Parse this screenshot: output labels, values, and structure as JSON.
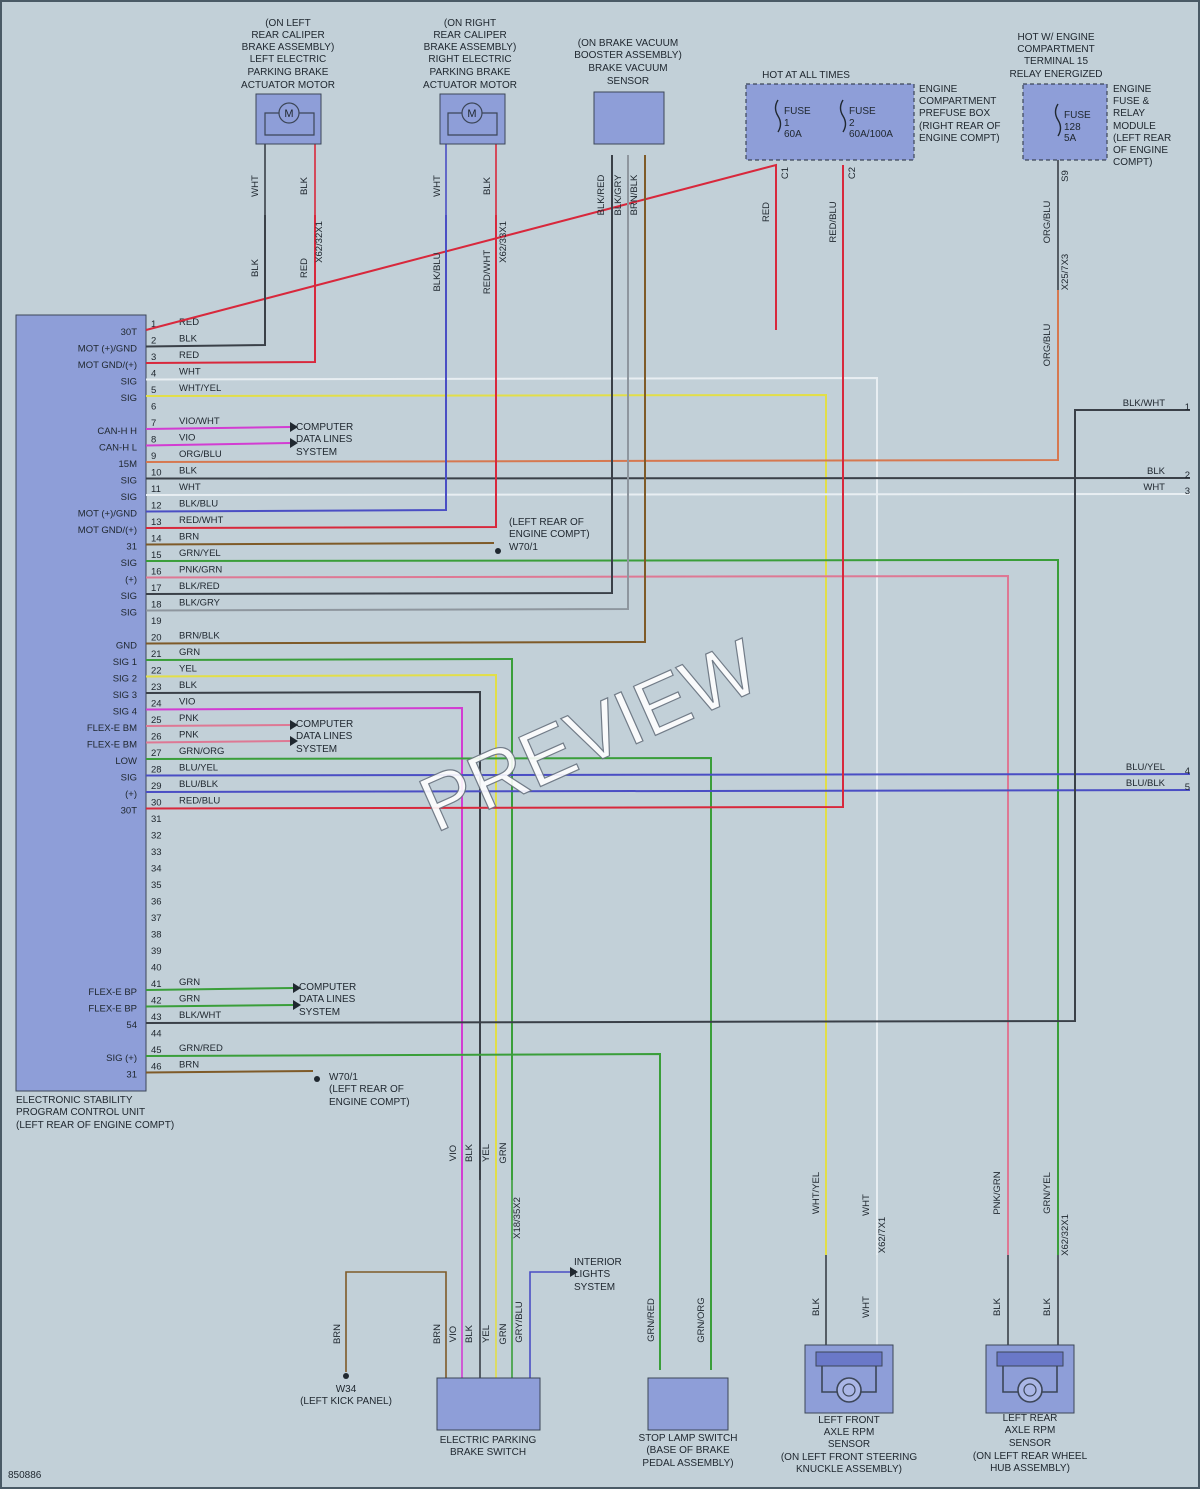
{
  "diagram_id": "850886",
  "watermark": "PREVIEW",
  "components": {
    "left_actuator": [
      "(ON LEFT",
      "REAR CALIPER",
      "BRAKE ASSEMBLY)",
      "LEFT ELECTRIC",
      "PARKING BRAKE",
      "ACTUATOR MOTOR"
    ],
    "right_actuator": [
      "(ON RIGHT",
      "REAR CALIPER",
      "BRAKE ASSEMBLY)",
      "RIGHT ELECTRIC",
      "PARKING BRAKE",
      "ACTUATOR MOTOR"
    ],
    "vacuum_sensor": [
      "(ON BRAKE VACUUM",
      "BOOSTER ASSEMBLY)",
      "BRAKE VACUUM",
      "SENSOR"
    ],
    "hot_at_all_times": "HOT AT ALL TIMES",
    "prefuse_box": [
      "ENGINE",
      "COMPARTMENT",
      "PREFUSE BOX",
      "(RIGHT REAR OF",
      "ENGINE COMPT)"
    ],
    "hot_engine": [
      "HOT W/ ENGINE",
      "COMPARTMENT",
      "TERMINAL 15",
      "RELAY ENERGIZED"
    ],
    "fuse_relay_module": [
      "ENGINE",
      "FUSE &",
      "RELAY",
      "MODULE",
      "(LEFT REAR",
      "OF ENGINE",
      "COMPT)"
    ],
    "fuse1": [
      "FUSE",
      "1",
      "60A"
    ],
    "fuse2": [
      "FUSE",
      "2",
      "60A/100A"
    ],
    "fuse128": [
      "FUSE",
      "128",
      "5A"
    ],
    "escu": [
      "ELECTRONIC STABILITY",
      "PROGRAM CONTROL UNIT",
      "(LEFT REAR OF ENGINE COMPT)"
    ],
    "computer_data": [
      "COMPUTER",
      "DATA LINES",
      "SYSTEM"
    ],
    "interior_lights": [
      "INTERIOR",
      "LIGHTS",
      "SYSTEM"
    ],
    "ground_w70_upper": [
      "(LEFT REAR OF",
      "ENGINE COMPT)",
      "W70/1"
    ],
    "ground_w70_lower": [
      "W70/1",
      "(LEFT REAR OF",
      "ENGINE COMPT)"
    ],
    "ground_w34": [
      "W34",
      "(LEFT KICK PANEL)"
    ],
    "park_switch": [
      "ELECTRIC PARKING",
      "BRAKE SWITCH"
    ],
    "stop_lamp": [
      "STOP LAMP SWITCH",
      "(BASE OF BRAKE",
      "PEDAL ASSEMBLY)"
    ],
    "front_sensor": [
      "LEFT FRONT",
      "AXLE RPM",
      "SENSOR",
      "(ON LEFT FRONT STEERING",
      "KNUCKLE ASSEMBLY)"
    ],
    "rear_sensor": [
      "LEFT REAR",
      "AXLE RPM",
      "SENSOR",
      "(ON LEFT REAR WHEEL",
      "HUB ASSEMBLY)"
    ]
  },
  "connectors": {
    "left_act": "X62/32X1",
    "right_act": "X62/33X1",
    "fuse_c1": "C1",
    "fuse_c2": "C2",
    "module_s9": "S9",
    "x25": "X25/7X3",
    "x18": "X18/35X2",
    "x62_7": "X62/7X1",
    "x62_32": "X62/32X1"
  },
  "ecu_pins": [
    {
      "n": "1",
      "label": "30T",
      "wire": "RED"
    },
    {
      "n": "2",
      "label": "MOT (+)/GND",
      "wire": "BLK"
    },
    {
      "n": "3",
      "label": "MOT GND/(+)",
      "wire": "RED"
    },
    {
      "n": "4",
      "label": "SIG",
      "wire": "WHT"
    },
    {
      "n": "5",
      "label": "SIG",
      "wire": "WHT/YEL"
    },
    {
      "n": "6",
      "label": "",
      "wire": ""
    },
    {
      "n": "7",
      "label": "CAN-H H",
      "wire": "VIO/WHT"
    },
    {
      "n": "8",
      "label": "CAN-H L",
      "wire": "VIO"
    },
    {
      "n": "9",
      "label": "15M",
      "wire": "ORG/BLU"
    },
    {
      "n": "10",
      "label": "SIG",
      "wire": "BLK"
    },
    {
      "n": "11",
      "label": "SIG",
      "wire": "WHT"
    },
    {
      "n": "12",
      "label": "MOT (+)/GND",
      "wire": "BLK/BLU"
    },
    {
      "n": "13",
      "label": "MOT GND/(+)",
      "wire": "RED/WHT"
    },
    {
      "n": "14",
      "label": "31",
      "wire": "BRN"
    },
    {
      "n": "15",
      "label": "SIG",
      "wire": "GRN/YEL"
    },
    {
      "n": "16",
      "label": "(+)",
      "wire": "PNK/GRN"
    },
    {
      "n": "17",
      "label": "SIG",
      "wire": "BLK/RED"
    },
    {
      "n": "18",
      "label": "SIG",
      "wire": "BLK/GRY"
    },
    {
      "n": "19",
      "label": "",
      "wire": ""
    },
    {
      "n": "20",
      "label": "GND",
      "wire": "BRN/BLK"
    },
    {
      "n": "21",
      "label": "SIG 1",
      "wire": "GRN"
    },
    {
      "n": "22",
      "label": "SIG 2",
      "wire": "YEL"
    },
    {
      "n": "23",
      "label": "SIG 3",
      "wire": "BLK"
    },
    {
      "n": "24",
      "label": "SIG 4",
      "wire": "VIO"
    },
    {
      "n": "25",
      "label": "FLEX-E BM",
      "wire": "PNK"
    },
    {
      "n": "26",
      "label": "FLEX-E BM",
      "wire": "PNK"
    },
    {
      "n": "27",
      "label": "LOW",
      "wire": "GRN/ORG"
    },
    {
      "n": "28",
      "label": "SIG",
      "wire": "BLU/YEL"
    },
    {
      "n": "29",
      "label": "(+)",
      "wire": "BLU/BLK"
    },
    {
      "n": "30",
      "label": "30T",
      "wire": "RED/BLU"
    },
    {
      "n": "31",
      "label": "",
      "wire": ""
    },
    {
      "n": "32",
      "label": "",
      "wire": ""
    },
    {
      "n": "33",
      "label": "",
      "wire": ""
    },
    {
      "n": "34",
      "label": "",
      "wire": ""
    },
    {
      "n": "35",
      "label": "",
      "wire": ""
    },
    {
      "n": "36",
      "label": "",
      "wire": ""
    },
    {
      "n": "37",
      "label": "",
      "wire": ""
    },
    {
      "n": "38",
      "label": "",
      "wire": ""
    },
    {
      "n": "39",
      "label": "",
      "wire": ""
    },
    {
      "n": "40",
      "label": "",
      "wire": ""
    },
    {
      "n": "41",
      "label": "FLEX-E BP",
      "wire": "GRN"
    },
    {
      "n": "42",
      "label": "FLEX-E BP",
      "wire": "GRN"
    },
    {
      "n": "43",
      "label": "54",
      "wire": "BLK/WHT"
    },
    {
      "n": "44",
      "label": "",
      "wire": ""
    },
    {
      "n": "45",
      "label": "SIG (+)",
      "wire": "GRN/RED"
    },
    {
      "n": "46",
      "label": "31",
      "wire": "BRN"
    }
  ],
  "right_edge": [
    {
      "n": "1",
      "wire": "BLK/WHT"
    },
    {
      "n": "2",
      "wire": "BLK"
    },
    {
      "n": "3",
      "wire": "WHT"
    },
    {
      "n": "4",
      "wire": "BLU/YEL"
    },
    {
      "n": "5",
      "wire": "BLU/BLK"
    }
  ],
  "colors": {
    "RED": "#d8283c",
    "BLK": "#3a4048",
    "WHT": "#e8eef2",
    "VIO": "#d23cd2",
    "ORG": "#d67850",
    "GRN": "#3a9e3a",
    "YEL": "#e2de48",
    "BRN": "#7e5a28",
    "BLU": "#4a4ec4",
    "PNK": "#de7894",
    "GRY": "#8e969e",
    "BG": "#c2d0d8",
    "BOX": "#8e9ed8"
  }
}
